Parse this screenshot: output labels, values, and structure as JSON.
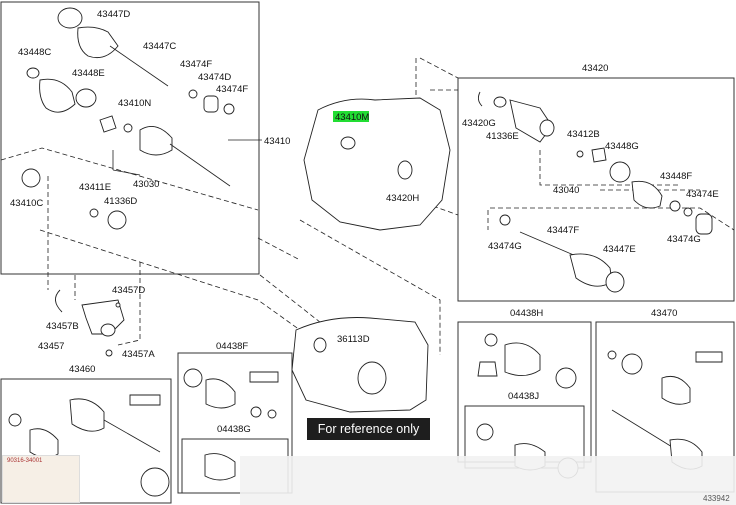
{
  "labels": {
    "p43447D": "43447D",
    "p43448C": "43448C",
    "p43447C": "43447C",
    "p43448E": "43448E",
    "p43474F_a": "43474F",
    "p43474D": "43474D",
    "p43474F_b": "43474F",
    "p43410N": "43410N",
    "p43410": "43410",
    "p43030": "43030",
    "p43410C": "43410C",
    "p43411E": "43411E",
    "p41336D": "41336D",
    "p43457D": "43457D",
    "p43457B": "43457B",
    "p43457": "43457",
    "p43457A": "43457A",
    "p43410M": "43410M",
    "p43420H": "43420H",
    "p43420": "43420",
    "p43420G": "43420G",
    "p41336E": "41336E",
    "p43412B": "43412B",
    "p43448G": "43448G",
    "p43040": "43040",
    "p43448F": "43448F",
    "p43474E": "43474E",
    "p43474G_a": "43474G",
    "p43447F": "43447F",
    "p43447E": "43447E",
    "p43474G_b": "43474G",
    "p36113D": "36113D",
    "p04438F": "04438F",
    "p04438G": "04438G",
    "p04438H": "04438H",
    "p04438J": "04438J",
    "p43470": "43470",
    "p43460": "43460"
  },
  "reference_note": "For reference only",
  "footer_code": "433942",
  "stamp_lines": [
    "90316-34001"
  ],
  "highlight_color": "#22dd33"
}
